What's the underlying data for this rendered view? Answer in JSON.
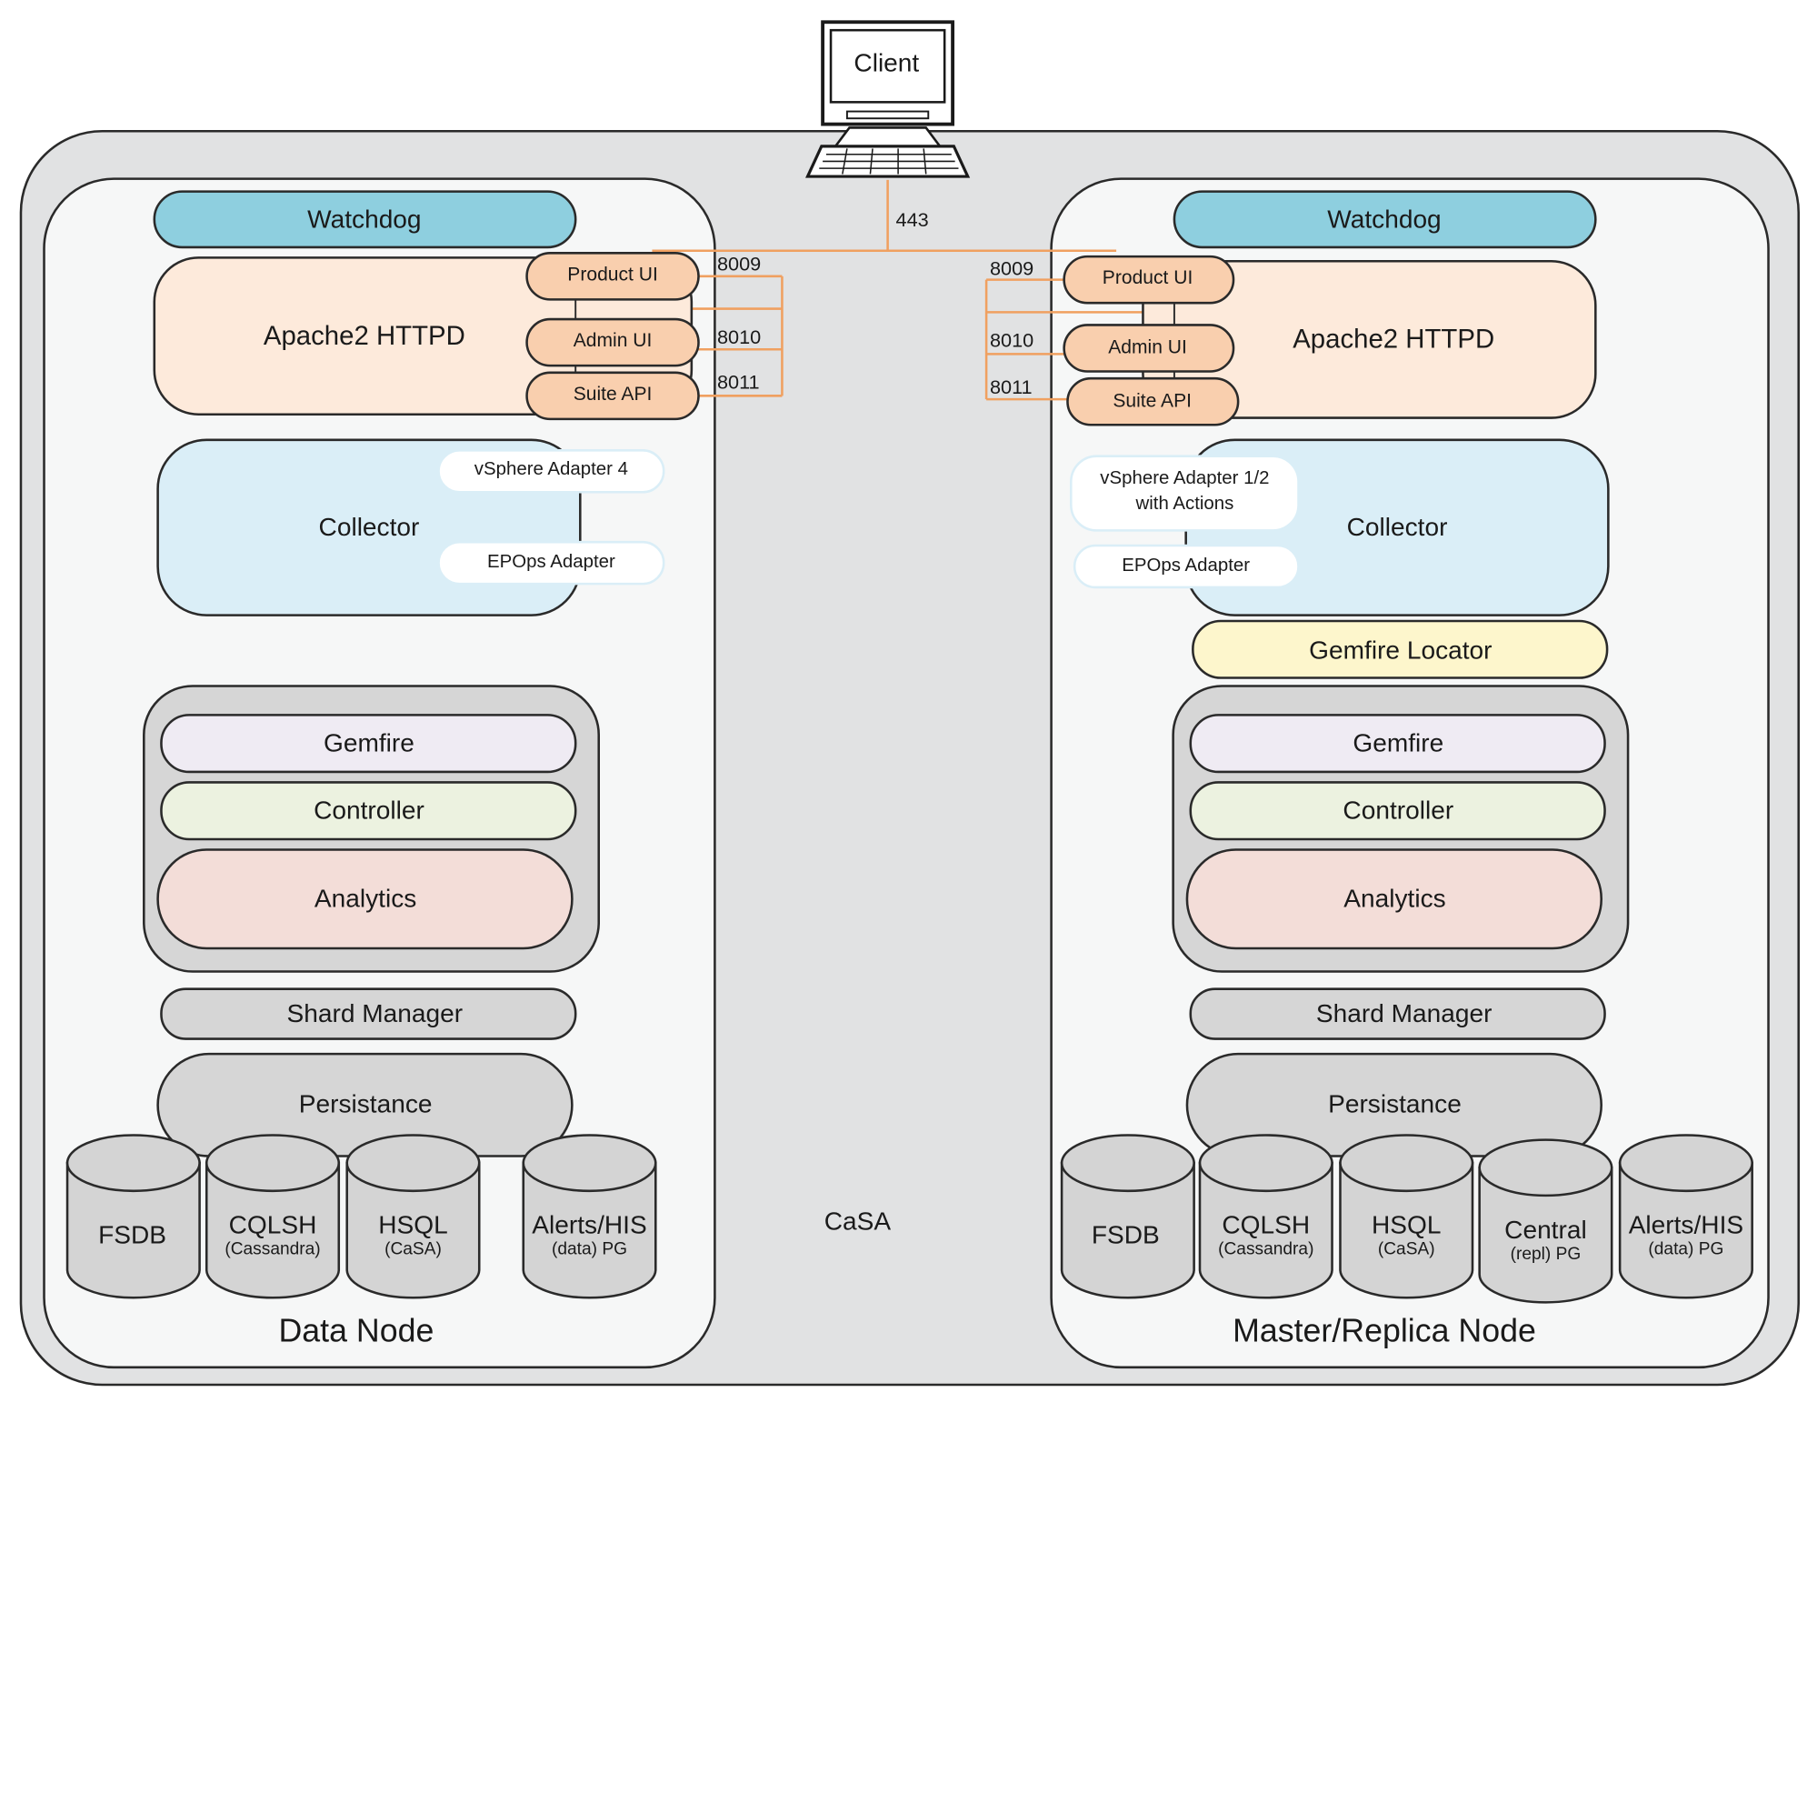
{
  "client": {
    "label": "Client",
    "port": "443"
  },
  "center_label": "CaSA",
  "data_node": {
    "title": "Data Node",
    "watchdog": "Watchdog",
    "httpd": "Apache2 HTTPD",
    "product_ui": "Product UI",
    "admin_ui": "Admin UI",
    "suite_api": "Suite API",
    "ports": [
      "8009",
      "8010",
      "8011"
    ],
    "collector": "Collector",
    "adapters": [
      "vSphere Adapter 4",
      "EPOps Adapter"
    ],
    "gemfire": "Gemfire",
    "controller": "Controller",
    "analytics": "Analytics",
    "shard_manager": "Shard Manager",
    "persistance": "Persistance",
    "databases": [
      {
        "name": "FSDB",
        "sub": ""
      },
      {
        "name": "CQLSH",
        "sub": "(Cassandra)"
      },
      {
        "name": "HSQL",
        "sub": "(CaSA)"
      },
      {
        "name": "Alerts/HIS",
        "sub": "(data) PG"
      }
    ]
  },
  "master_node": {
    "title": "Master/Replica Node",
    "watchdog": "Watchdog",
    "httpd": "Apache2 HTTPD",
    "product_ui": "Product UI",
    "admin_ui": "Admin UI",
    "suite_api": "Suite API",
    "ports": [
      "8009",
      "8010",
      "8011"
    ],
    "collector": "Collector",
    "adapters": [
      "vSphere Adapter 1/2",
      "with Actions",
      "EPOps Adapter"
    ],
    "gemfire_locator": "Gemfire Locator",
    "gemfire": "Gemfire",
    "controller": "Controller",
    "analytics": "Analytics",
    "shard_manager": "Shard Manager",
    "persistance": "Persistance",
    "databases": [
      {
        "name": "FSDB",
        "sub": ""
      },
      {
        "name": "CQLSH",
        "sub": "(Cassandra)"
      },
      {
        "name": "HSQL",
        "sub": "(CaSA)"
      },
      {
        "name": "Central",
        "sub": "(repl) PG"
      },
      {
        "name": "Alerts/HIS",
        "sub": "(data) PG"
      }
    ]
  },
  "colors": {
    "outer_bg": "#e1e2e3",
    "node_bg": "#f6f7f7",
    "watchdog": "#8ecfdf",
    "httpd": "#fdeadb",
    "ui_pill": "#f9cfae",
    "connector": "#f0a060",
    "collector": "#daeef7",
    "gemfire": "#efebf3",
    "controller": "#ecf2e0",
    "analytics": "#f3ddd8",
    "locator": "#fdf6cc",
    "grey_box": "#d6d6d6",
    "db": "#d4d4d4"
  }
}
